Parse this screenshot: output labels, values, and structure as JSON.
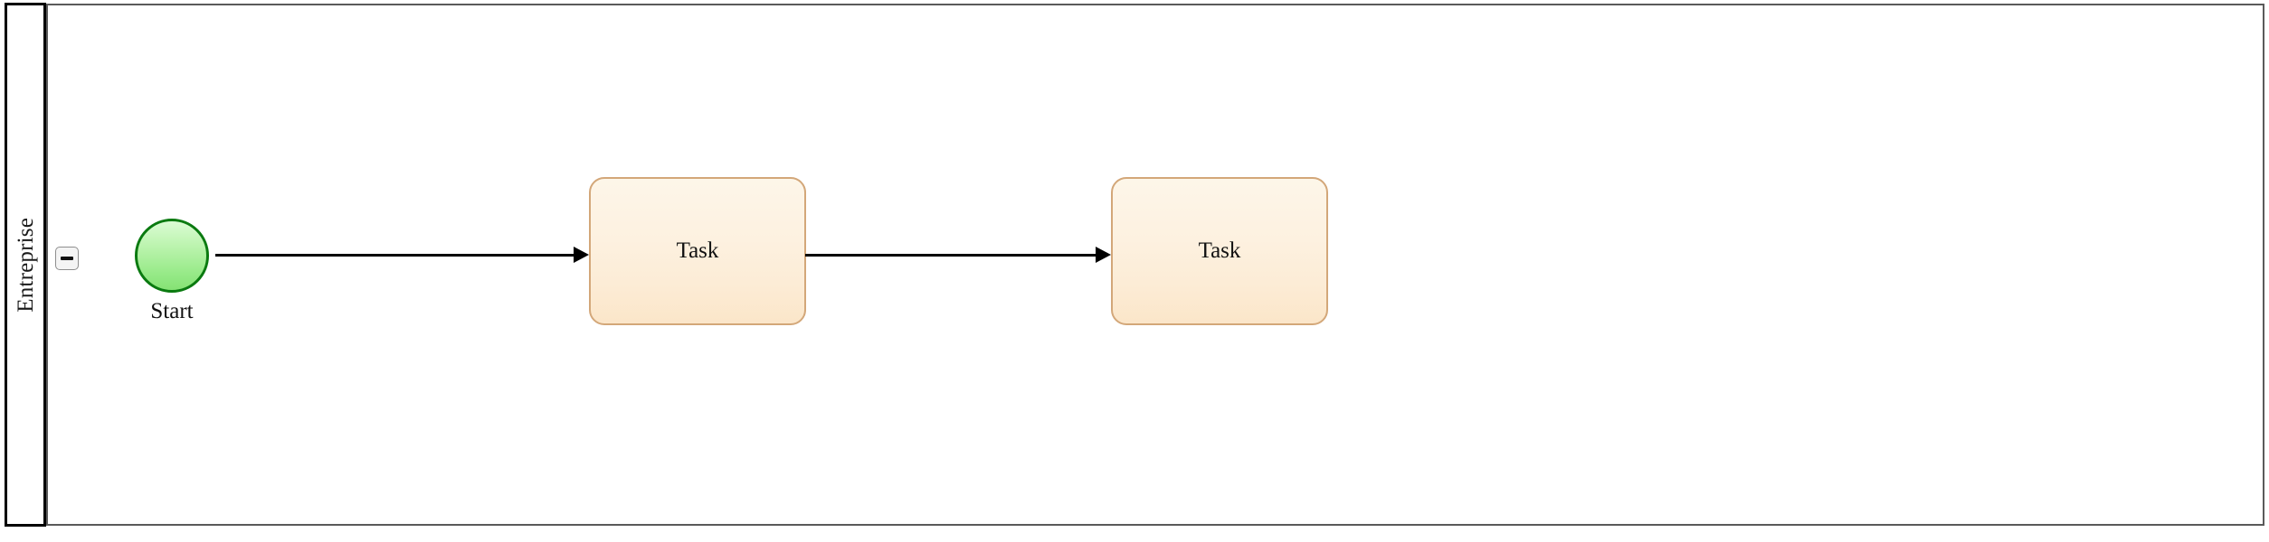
{
  "diagram": {
    "type": "bpmn-process-diagram",
    "pool": {
      "lane_label": "Entreprise",
      "collapse_button": {
        "name": "collapse-lane-button",
        "state": "expanded",
        "glyph": "minus-icon"
      }
    },
    "nodes": [
      {
        "id": "start-event",
        "kind": "start-event",
        "label": "Start",
        "shape": "circle",
        "fill_top": "#d6fbce",
        "fill_bottom": "#8ce680",
        "stroke": "#0a7a10"
      },
      {
        "id": "task-1",
        "kind": "task",
        "label": "Task",
        "shape": "rounded-rectangle",
        "fill_top": "#fdf6e9",
        "fill_bottom": "#fbe6c9",
        "stroke": "#d3a779"
      },
      {
        "id": "task-2",
        "kind": "task",
        "label": "Task",
        "shape": "rounded-rectangle",
        "fill_top": "#fdf6e9",
        "fill_bottom": "#fbe6c9",
        "stroke": "#d3a779"
      }
    ],
    "flows": [
      {
        "id": "flow-1",
        "from": "start-event",
        "to": "task-1",
        "label": "",
        "stroke": "#000000"
      },
      {
        "id": "flow-2",
        "from": "task-1",
        "to": "task-2",
        "label": "",
        "stroke": "#000000"
      }
    ],
    "colors": {
      "pool_border": "#5a5a5a",
      "lane_header_border": "#000000",
      "canvas_background": "#ffffff",
      "flow_stroke": "#000000"
    }
  }
}
